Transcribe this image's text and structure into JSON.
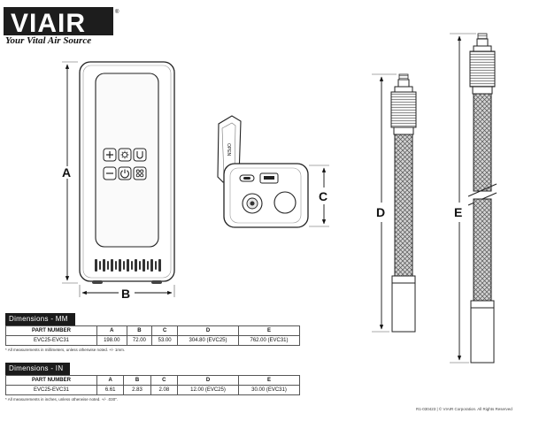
{
  "logo": {
    "brand": "VIAIR",
    "registered": "®",
    "tagline": "Your Vital Air Source"
  },
  "dimension_labels": {
    "a": "A",
    "b": "B",
    "c": "C",
    "d": "D",
    "e": "E"
  },
  "device": {
    "open_label": "OPEN"
  },
  "tables": {
    "mm": {
      "title": "Dimensions - MM",
      "columns": [
        "PART NUMBER",
        "A",
        "B",
        "C",
        "D",
        "E"
      ],
      "rows": [
        [
          "EVC25-EVC31",
          "198.00",
          "72.00",
          "53.00",
          "304.80 (EVC25)",
          "762.00 (EVC31)"
        ]
      ],
      "note": "* All measurements in millimeters, unless otherwise noted. +/- 1mm."
    },
    "in": {
      "title": "Dimensions - IN",
      "columns": [
        "PART NUMBER",
        "A",
        "B",
        "C",
        "D",
        "E"
      ],
      "rows": [
        [
          "EVC25-EVC31",
          "6.61",
          "2.83",
          "2.08",
          "12.00 (EVC25)",
          "30.00 (EVC31)"
        ]
      ],
      "note": "* All measurements in inches, unless otherwise noted. +/- .030\"."
    }
  },
  "footer": "R1-030423  |  © VIAIR Corporation. All Rights Reserved"
}
